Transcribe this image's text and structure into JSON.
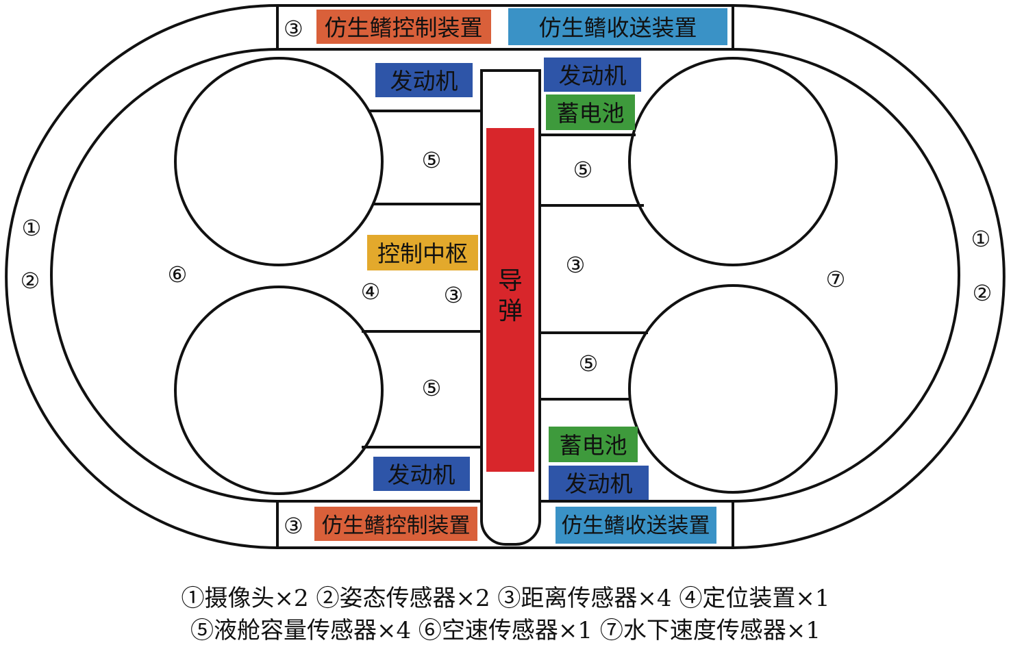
{
  "colors": {
    "orange": "#d9603a",
    "blue_light": "#3a92c6",
    "blue_dark": "#2e55a8",
    "green": "#3e9a3c",
    "amber": "#e3a92c",
    "red": "#d8262b",
    "line": "#111111"
  },
  "labels": {
    "circle_3": "③",
    "fin_control": "仿生鳍控制装置",
    "fin_transport": "仿生鳍收送装置",
    "engine": "发动机",
    "battery": "蓄电池",
    "control_center": "控制中枢",
    "missile": "导弹",
    "n1": "①",
    "n2": "②",
    "n3": "③",
    "n4": "④",
    "n5": "⑤",
    "n6": "⑥",
    "n7": "⑦"
  },
  "legend": {
    "line1": "①摄像头×2 ②姿态传感器×2 ③距离传感器×4 ④定位装置×1",
    "line2": "⑤液舱容量传感器×4 ⑥空速传感器×1 ⑦水下速度传感器×1"
  }
}
